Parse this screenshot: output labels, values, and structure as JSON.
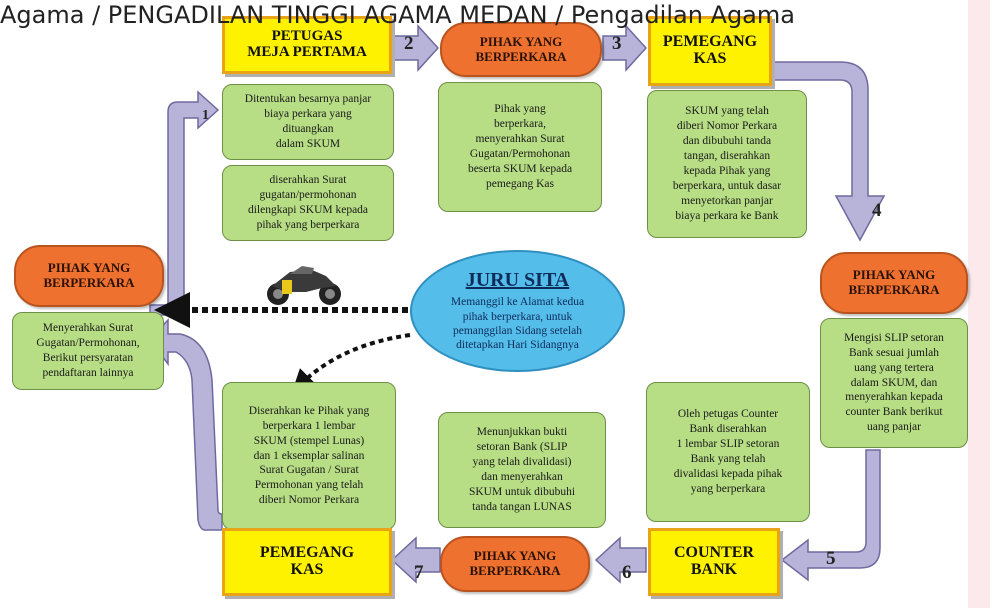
{
  "breadcrumb": "Agama / PENGADILAN TINGGI AGAMA MEDAN / Pengadilan Agama",
  "colors": {
    "yellow_box": "#fff200",
    "yellow_border": "#e8a317",
    "orange_box": "#ee7130",
    "green_box": "#b7de85",
    "blue_ellipse": "#55bdea",
    "arrow": "#b8b4d9",
    "arrow_border": "#6e6a9f"
  },
  "nodes": {
    "petugas": "PETUGAS\nMEJA PERTAMA",
    "pihak_top": "PIHAK YANG\nBERPERKARA",
    "pemegang_top": "PEMEGANG\nKAS",
    "pihak_right": "PIHAK YANG\nBERPERKARA",
    "counter": "COUNTER\nBANK",
    "pihak_bottom": "PIHAK YANG\nBERPERKARA",
    "pemegang_bottom": "PEMEGANG\nKAS",
    "pihak_left": "PIHAK YANG\nBERPERKARA"
  },
  "notes": {
    "petugas_1": "Ditentukan besarnya panjar\nbiaya perkara yang\ndituangkan\ndalam SKUM",
    "petugas_2": "diserahkan Surat\ngugatan/permohonan\ndilengkapi SKUM kepada\npihak yang berperkara",
    "pihak_top": "Pihak yang\nberperkara,\nmenyerahkan Surat\nGugatan/Permohonan\nbeserta SKUM kepada\npemegang Kas",
    "pemegang_top": "SKUM yang telah\ndiberi Nomor Perkara\ndan dibubuhi tanda\ntangan, diserahkan\nkepada Pihak yang\nberperkara, untuk dasar\nmenyetorkan panjar\nbiaya perkara ke Bank",
    "pihak_right": "Mengisi SLIP setoran\nBank sesuai jumlah\nuang yang tertera\ndalam SKUM, dan\nmenyerahkan kepada\ncounter Bank berikut\nuang panjar",
    "counter": "Oleh petugas Counter\nBank diserahkan\n1 lembar SLIP setoran\nBank yang telah\ndivalidasi kepada pihak\nyang berperkara",
    "pihak_bottom": "Menunjukkan bukti\nsetoran Bank (SLIP\nyang telah divalidasi)\ndan menyerahkan\nSKUM untuk dibubuhi\ntanda tangan LUNAS",
    "pemegang_bottom": "Diserahkan ke Pihak yang\nberperkara 1 lembar\nSKUM (stempel Lunas)\ndan 1 eksemplar salinan\nSurat  Gugatan / Surat\nPermohonan yang telah\ndiberi Nomor Perkara",
    "pihak_left": "Menyerahkan Surat\nGugatan/Permohonan,\nBerikut persyaratan\npendaftaran lainnya"
  },
  "juru_sita": {
    "title": "JURU SITA",
    "description": "Memanggil ke Alamat kedua\npihak berperkara, untuk\npemanggilan Sidang setelah\nditetapkan Hari Sidangnya"
  },
  "steps": [
    "1",
    "2",
    "3",
    "4",
    "5",
    "6",
    "7"
  ],
  "icons": {
    "motorcycle": "motorcycle-icon"
  }
}
